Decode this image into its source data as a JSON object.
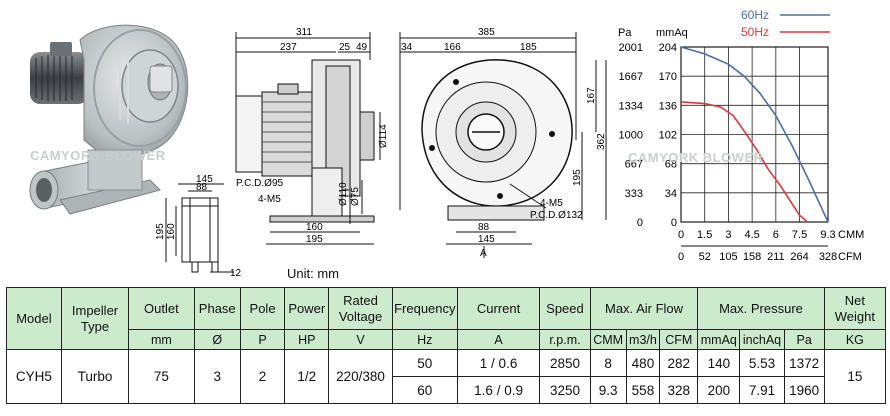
{
  "watermarks": [
    "CAMYORK BLOWER",
    "CAMYORK BLOWER"
  ],
  "unit_note": "Unit: mm",
  "drawing": {
    "side_view": {
      "dims_top": [
        "311",
        "237",
        "25",
        "49"
      ],
      "pcd_label": "P.C.D.Ø95",
      "bolt_label": "4-M5",
      "dims_left": [
        "Ø110",
        "Ø75"
      ],
      "dim_inner": "Ø114",
      "dims_bottom": [
        "160",
        "195"
      ]
    },
    "front_view": {
      "dims_top": [
        "385",
        "34",
        "166",
        "185"
      ],
      "dims_right": [
        "167",
        "362",
        "195"
      ],
      "bolt_label": "4-M5",
      "pcd_label": "P.C.D.Ø132",
      "dims_bottom": [
        "88",
        "145"
      ],
      "section_label": "A"
    },
    "foot_view": {
      "dims_top": [
        "145",
        "88"
      ],
      "dims_left": [
        "195",
        "160"
      ],
      "dim_slot": "12"
    }
  },
  "chart_data": {
    "type": "line",
    "y_label_left_unit": "Pa",
    "y_label_right_unit": "mmAq",
    "y_ticks_pa": [
      "2001",
      "1667",
      "1334",
      "1000",
      "667",
      "333",
      "0"
    ],
    "y_ticks_mmaq": [
      "204",
      "170",
      "136",
      "102",
      "68",
      "34",
      "0"
    ],
    "x_ticks_cmm": [
      "0",
      "1.5",
      "3",
      "4.5",
      "6",
      "7.5",
      "9.3"
    ],
    "x_unit_cmm": "CMM",
    "x_ticks_cfm": [
      "0",
      "52",
      "105",
      "158",
      "211",
      "264",
      "328"
    ],
    "x_unit_cfm": "CFM",
    "x_range": [
      0,
      9.3
    ],
    "y_range": [
      0,
      204
    ],
    "grid": true,
    "legend_position": "top-right",
    "series": [
      {
        "name": "60Hz",
        "color": "#4a6fa5",
        "x": [
          0,
          1.5,
          3,
          4,
          5,
          6,
          7,
          8,
          8.8,
          9.3
        ],
        "y": [
          204,
          196,
          184,
          170,
          150,
          124,
          90,
          52,
          20,
          0
        ]
      },
      {
        "name": "50Hz",
        "color": "#d43c3c",
        "x": [
          0,
          1.5,
          2.5,
          3.3,
          4,
          4.8,
          5.5,
          6.3,
          7.0,
          7.5,
          8.0
        ],
        "y": [
          140,
          138,
          134,
          124,
          106,
          84,
          62,
          42,
          22,
          8,
          0
        ]
      }
    ]
  },
  "table": {
    "headers": {
      "model": "Model",
      "impeller_type": "Impeller Type",
      "outlet": "Outlet",
      "phase": "Phase",
      "pole": "Pole",
      "power": "Power",
      "rated_voltage": "Rated Voltage",
      "frequency": "Frequency",
      "current": "Current",
      "speed": "Speed",
      "max_air_flow": "Max. Air Flow",
      "max_pressure": "Max. Pressure",
      "net_weight": "Net Weight"
    },
    "units": {
      "outlet": "mm",
      "phase": "Ø",
      "pole": "P",
      "power": "HP",
      "rated_voltage": "V",
      "frequency": "Hz",
      "current": "A",
      "speed": "r.p.m.",
      "cmm": "CMM",
      "m3h": "m3/h",
      "cfm": "CFM",
      "mmaq": "mmAq",
      "inchaq": "inchAq",
      "pa": "Pa",
      "net_weight": "KG"
    },
    "row": {
      "model": "CYH5",
      "impeller_type": "Turbo",
      "outlet": "75",
      "phase": "3",
      "pole": "2",
      "power": "1/2",
      "rated_voltage": "220/380",
      "net_weight": "15",
      "freq_rows": [
        {
          "frequency": "50",
          "current": "1 / 0.6",
          "speed": "2850",
          "cmm": "8",
          "m3h": "480",
          "cfm": "282",
          "mmaq": "140",
          "inchaq": "5.53",
          "pa": "1372"
        },
        {
          "frequency": "60",
          "current": "1.6 / 0.9",
          "speed": "3250",
          "cmm": "9.3",
          "m3h": "558",
          "cfm": "328",
          "mmaq": "200",
          "inchaq": "7.91",
          "pa": "1960"
        }
      ]
    }
  }
}
